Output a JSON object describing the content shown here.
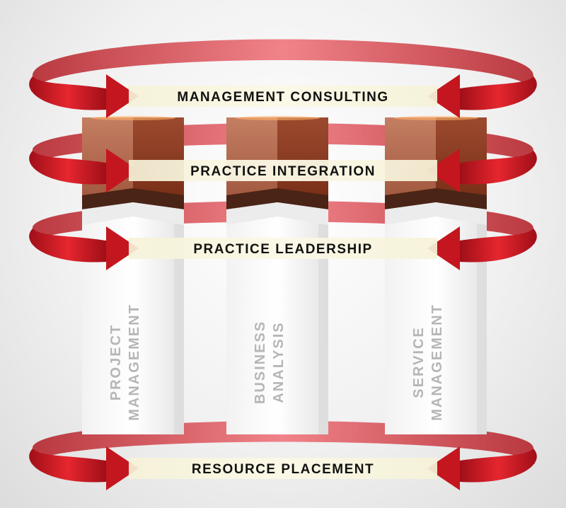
{
  "bands": [
    {
      "id": "management-consulting",
      "label": "MANAGEMENT CONSULTING"
    },
    {
      "id": "practice-integration",
      "label": "PRACTICE INTEGRATION"
    },
    {
      "id": "practice-leadership",
      "label": "PRACTICE LEADERSHIP"
    },
    {
      "id": "resource-placement",
      "label": "RESOURCE PLACEMENT"
    }
  ],
  "pillars": [
    {
      "id": "project-management",
      "line1": "PROJECT",
      "line2": "MANAGEMENT"
    },
    {
      "id": "business-analysis",
      "line1": "BUSINESS",
      "line2": "ANALYSIS"
    },
    {
      "id": "service-management",
      "line1": "SERVICE",
      "line2": "MANAGEMENT"
    }
  ],
  "colors": {
    "ribbon": "#d4202a",
    "ribbon_back": "#e6666c",
    "band_fill": "#f4f1dc",
    "cap_top": "#b0654a",
    "cap_side": "#8a3a22",
    "pillar_text": "#b6b6b6"
  }
}
